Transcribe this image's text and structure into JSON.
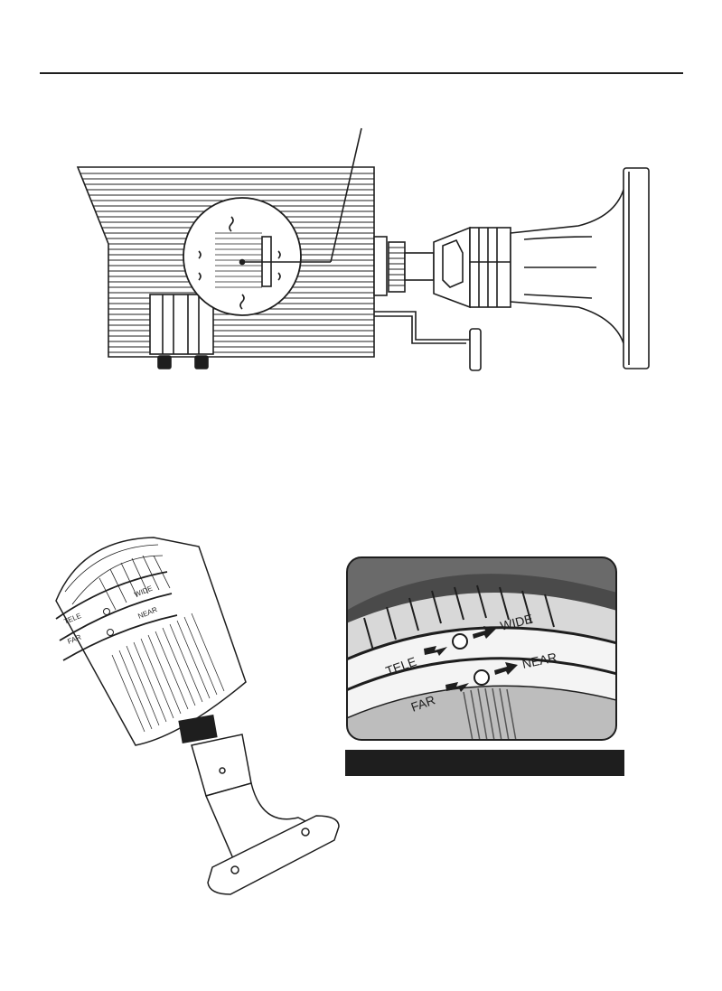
{
  "page": {
    "background": "#ffffff",
    "ink": "#1e1e1e"
  },
  "closeup": {
    "ring_tele": "TELE",
    "ring_wide": "WIDE",
    "ring_far": "FAR",
    "ring_near": "NEAR"
  },
  "camera_angled": {
    "ring_tele": "TELE",
    "ring_wide": "WIDE",
    "ring_far": "FAR",
    "ring_near": "NEAR"
  },
  "caption": {
    "text": ""
  }
}
